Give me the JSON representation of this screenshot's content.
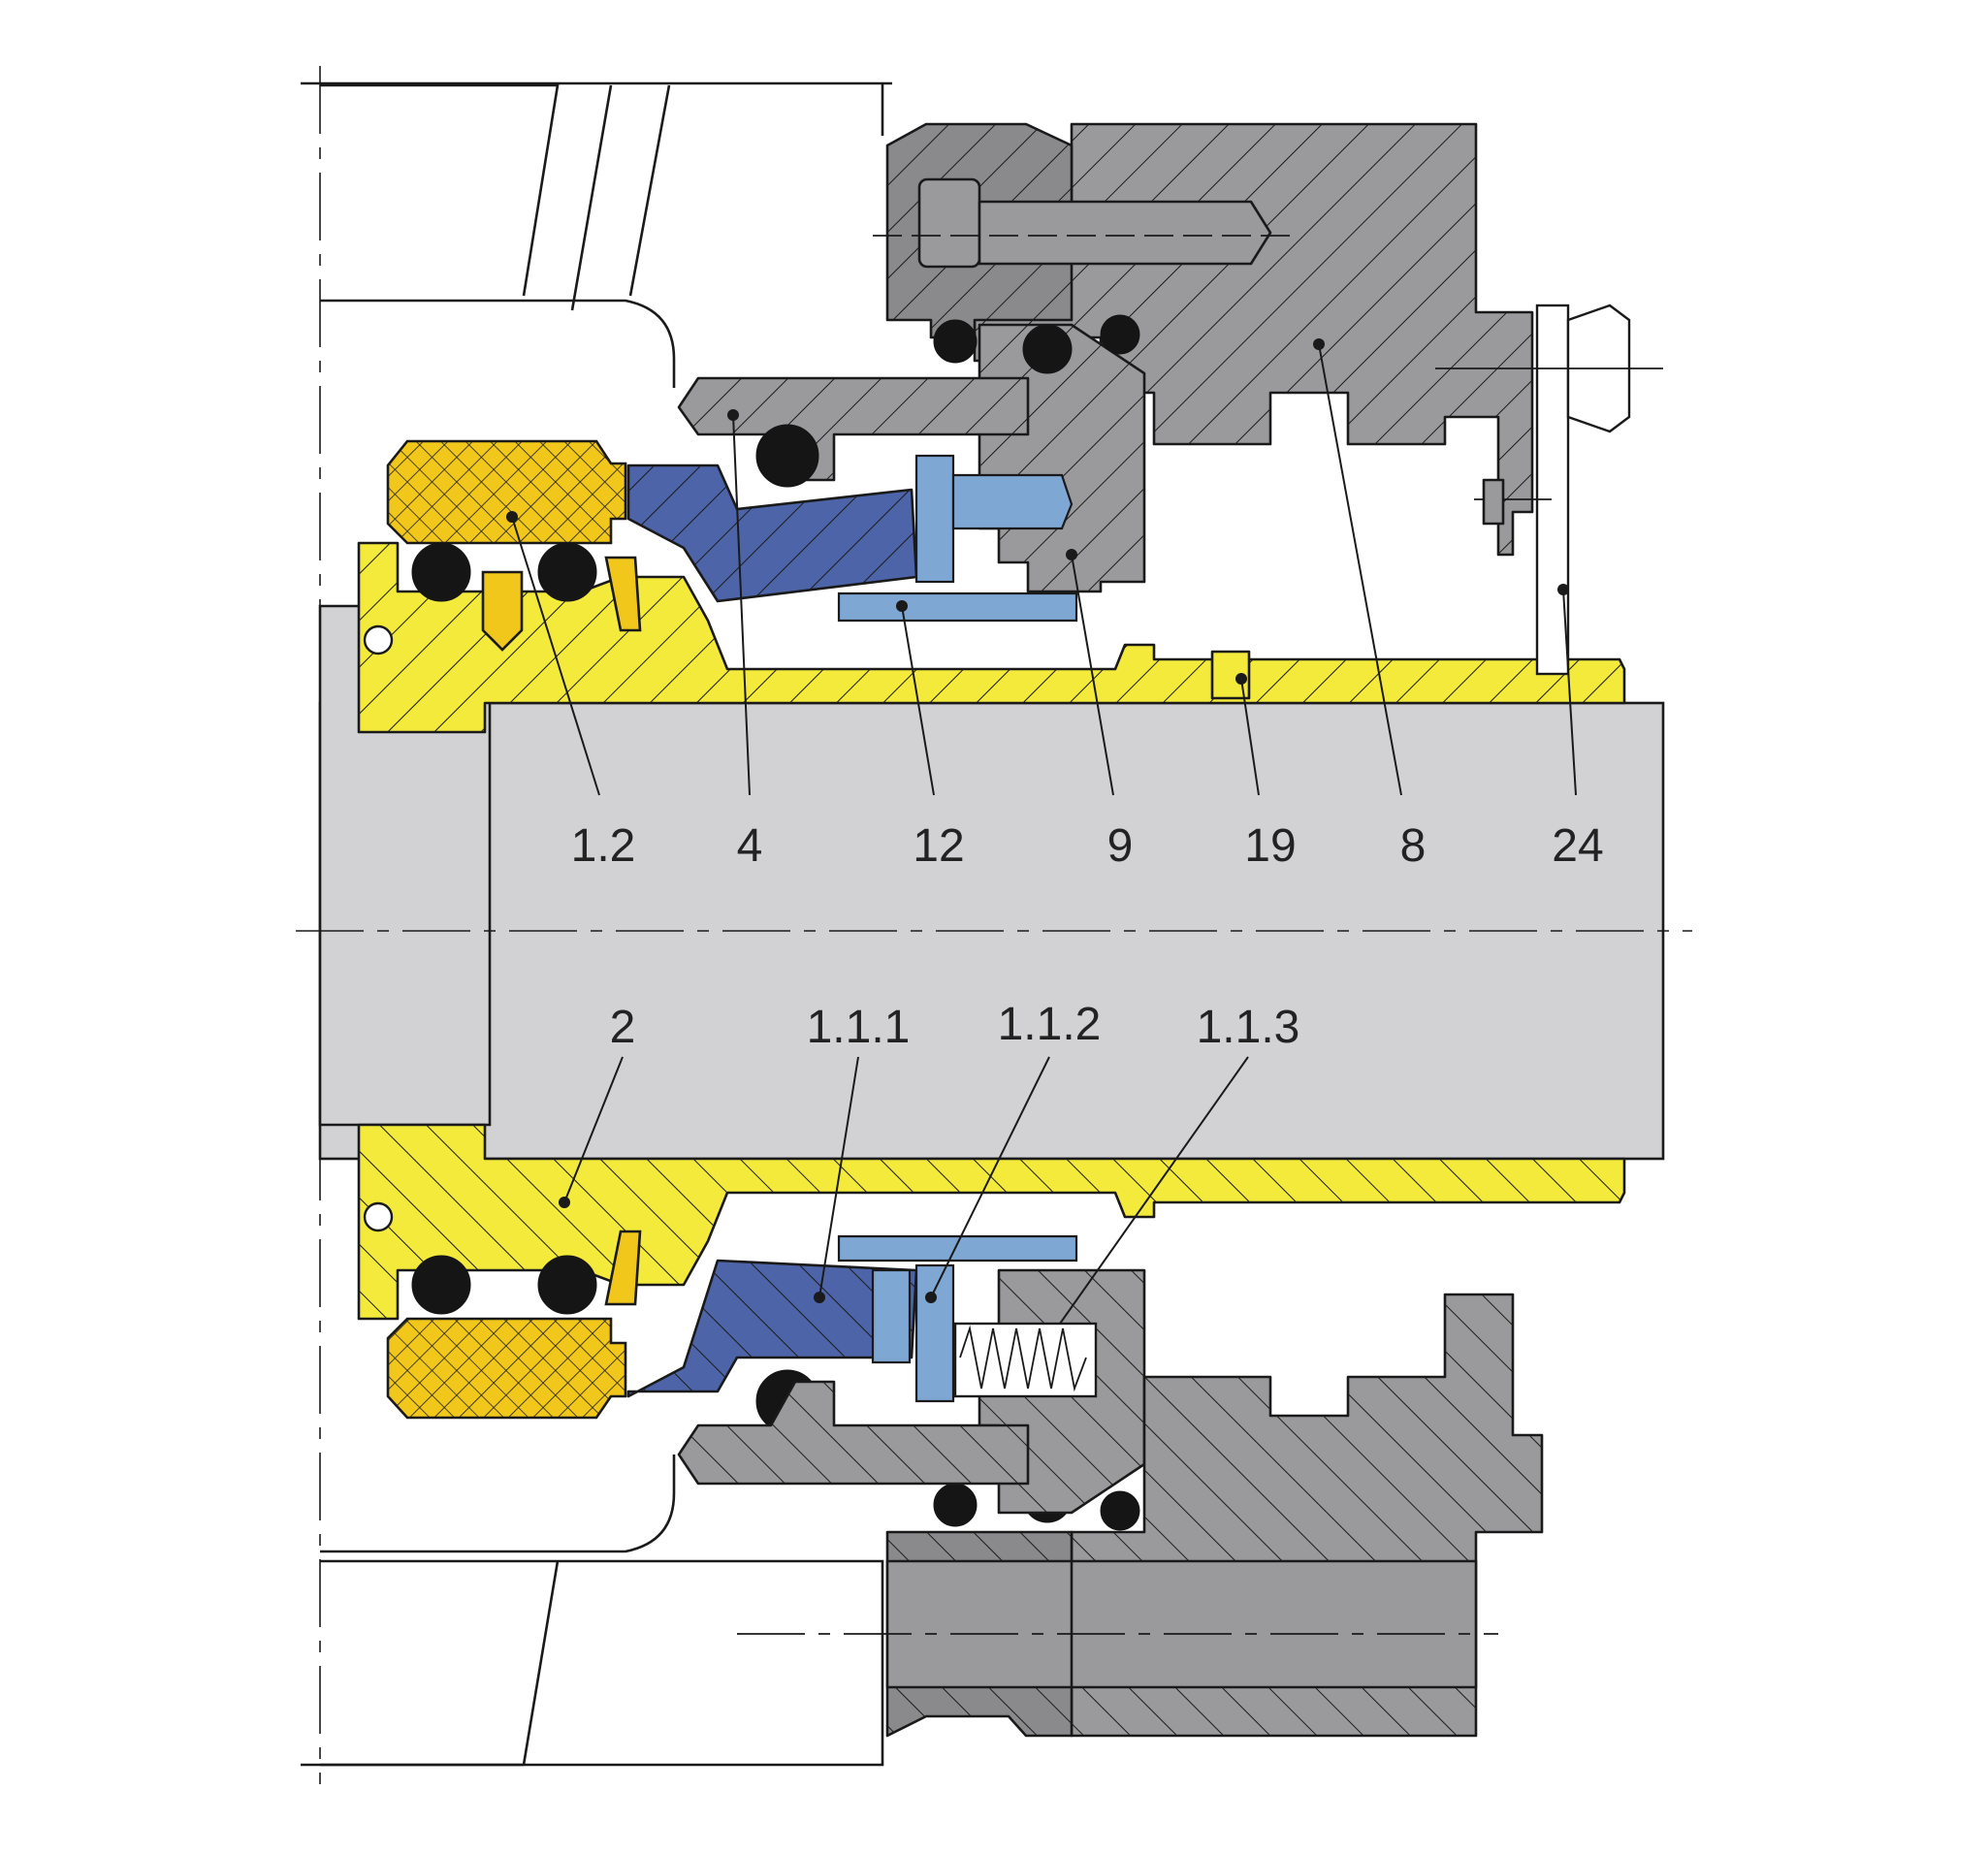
{
  "labels": {
    "p1_2": "1.2",
    "p4": "4",
    "p12": "12",
    "p9": "9",
    "p19": "19",
    "p8": "8",
    "p24": "24",
    "p2": "2",
    "p1_1_1": "1.1.1",
    "p1_1_2": "1.1.2",
    "p1_1_3": "1.1.3"
  },
  "colors": {
    "sleeve": "#f3ea3b",
    "collar": "#f1c71b",
    "rotating_face": "#4d64a8",
    "stationary_parts": "#7fa7d4",
    "housing": "#9a9a9c",
    "shaft": "#d2d2d4",
    "o_ring": "#151515"
  }
}
